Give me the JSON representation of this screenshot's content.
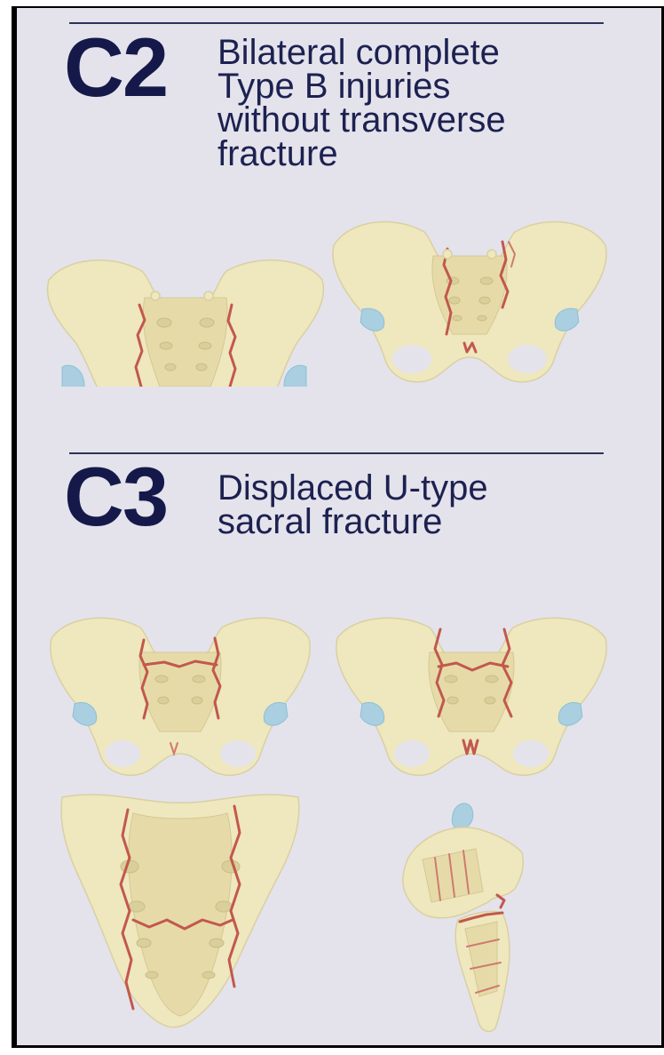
{
  "sections": [
    {
      "code": "C2",
      "description": [
        "Bilateral complete",
        "Type B injuries",
        "without transverse",
        "fracture"
      ]
    },
    {
      "code": "C3",
      "description": [
        "Displaced U-type",
        "sacral fracture"
      ]
    }
  ],
  "colors": {
    "background": "#e4e3ec",
    "text": "#15194a",
    "bone": "#efe7bd",
    "cartilage": "#a9cfe0",
    "fracture": "#c2584e"
  }
}
